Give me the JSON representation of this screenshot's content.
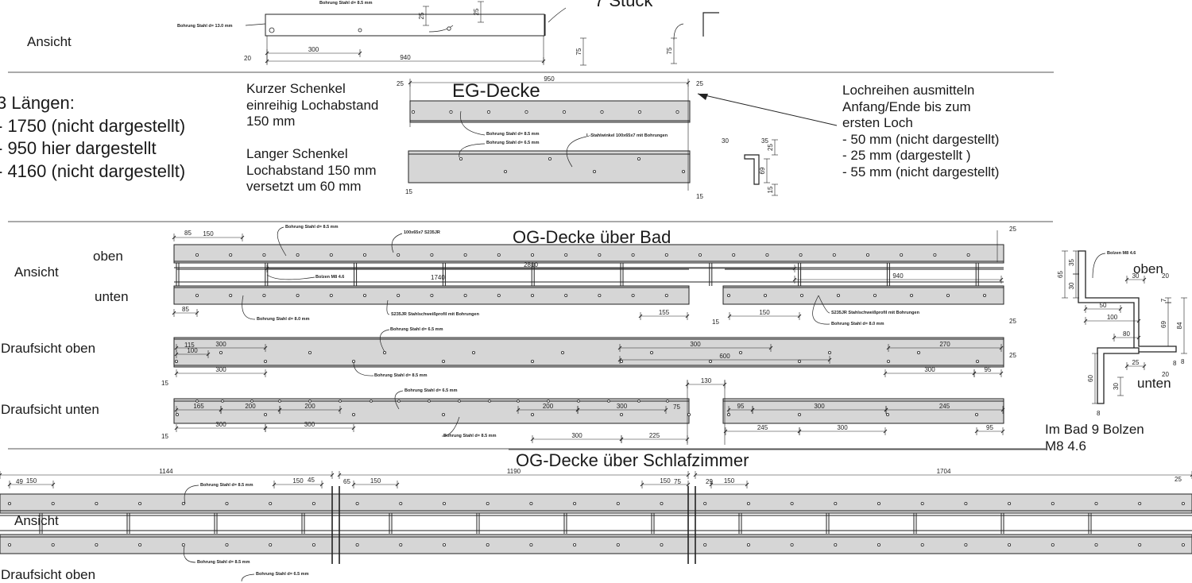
{
  "top": {
    "ansicht": "Ansicht",
    "stueck": "7 Stück",
    "notes": [
      "Bohrung Stahl d= 8.5 mm",
      "Bohrung Stahl d= 13.0 mm"
    ],
    "dims": [
      "25",
      "25",
      "300",
      "940",
      "20",
      "75",
      "75"
    ]
  },
  "eg": {
    "title": "EG-Decke",
    "lengths_title": "3 Längen:",
    "lengths": [
      "- 1750 (nicht dargestellt)",
      "- 950 hier dargestellt",
      "- 4160 (nicht dargestellt)"
    ],
    "kurz": [
      "Kurzer Schenkel",
      "einreihig Lochabstand",
      "150 mm"
    ],
    "lang": [
      "Langer Schenkel",
      "Lochabstand 150 mm",
      "versetzt um 60 mm"
    ],
    "lochreihen": [
      "Lochreihen ausmitteln",
      "Anfang/Ende bis zum",
      "ersten Loch",
      "- 50 mm (nicht dargestellt)",
      "- 25 mm (dargestellt )",
      "- 55 mm (nicht dargestellt)"
    ],
    "notes": [
      "Bohrung Stahl d= 8.5 mm",
      "Bohrung Stahl d= 6.5 mm",
      "L-Stahlwinkel 100x65x7 mit Bohrungen"
    ],
    "dims": [
      "950",
      "25",
      "25",
      "25",
      "25",
      "30",
      "35",
      "25",
      "69",
      "15",
      "15"
    ]
  },
  "og_bad": {
    "title": "OG-Decke über Bad",
    "oben": "oben",
    "unten": "unten",
    "ansicht": "Ansicht",
    "draufsicht_oben": "Draufsicht oben",
    "draufsicht_unten": "Draufsicht unten",
    "bolzen_note": [
      "Im Bad 9 Bolzen",
      "M8 4.6"
    ],
    "profile_oben": "oben",
    "profile_unten": "unten",
    "notes": [
      "Bohrung Stahl d= 8.5 mm",
      "100x65x7 S235JR",
      "Bolzen M8 4.6",
      "Bohrung Stahl d= 8.0 mm",
      "S235JR Stahlschweißprofil mit Bohrungen",
      "S235JR Stahlschweißprofil mit Bohrungen",
      "Bohrung Stahl d= 8.0 mm",
      "Bohrung Stahl d= 6.5 mm",
      "Bohrung Stahl d= 8.5 mm",
      "Bohrung Stahl d= 6.5 mm",
      "Bohrung Stahl d= 8.5 mm",
      "Bolzen M8 4.6"
    ],
    "dims": [
      "85",
      "150",
      "25",
      "1740",
      "2810",
      "940",
      "85",
      "155",
      "15",
      "150",
      "25",
      "115",
      "300",
      "100",
      "300",
      "600",
      "270",
      "25",
      "300",
      "300",
      "95",
      "15",
      "130",
      "165",
      "200",
      "200",
      "200",
      "300",
      "75",
      "95",
      "300",
      "245",
      "300",
      "300",
      "300",
      "225",
      "245",
      "300",
      "95",
      "15",
      "65",
      "35",
      "30",
      "30",
      "50",
      "100",
      "80",
      "7",
      "69",
      "84",
      "8",
      "20",
      "25",
      "60",
      "30",
      "8",
      "20",
      "8"
    ]
  },
  "og_schlaf": {
    "title": "OG-Decke über Schlafzimmer",
    "oben": "oben",
    "ansicht": "Ansicht",
    "unten": "unten",
    "draufsicht_oben": "Draufsicht oben",
    "notes": [
      "Bohrung Stahl d= 8.5 mm",
      "Bohrung Stahl d= 8.5 mm",
      "Bohrung Stahl d= 6.5 mm"
    ],
    "dims": [
      "1144",
      "1190",
      "1704",
      "49",
      "150",
      "150",
      "45",
      "65",
      "150",
      "150",
      "75",
      "29",
      "150",
      "25"
    ]
  },
  "colors": {
    "fill": "#d6d6d6",
    "line": "#222222",
    "rule": "#555555"
  }
}
